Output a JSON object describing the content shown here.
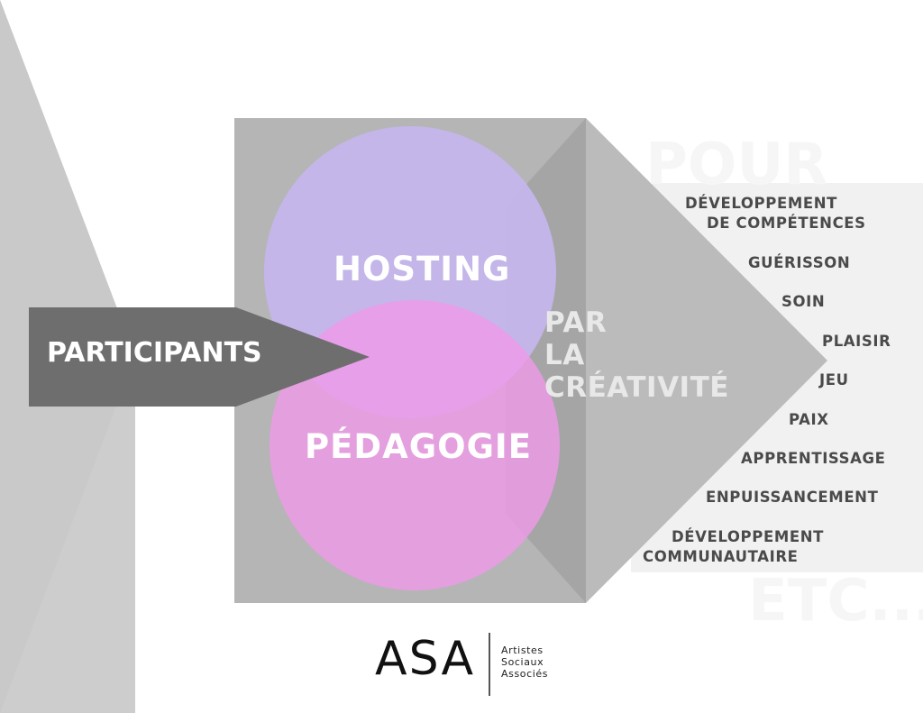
{
  "diagram": {
    "participants_label": "PARTICIPANTS",
    "circles": {
      "hosting_label": "HOSTING",
      "pedagogie_label": "PÉDAGOGIE"
    },
    "method": {
      "line1": "PAR",
      "line2": "LA",
      "line3": "CRÉATIVITÉ"
    },
    "pour_label": "POUR",
    "outcomes": [
      "DÉVELOPPEMENT",
      "DE COMPÉTENCES",
      "GUÉRISSON",
      "SOIN",
      "PLAISIR",
      "JEU",
      "PAIX",
      "APPRENTISSAGE",
      "ENPUISSANCEMENT",
      "DÉVELOPPEMENT",
      "COMMUNAUTAIRE"
    ],
    "etc_label": "ETC..."
  },
  "logo": {
    "name": "ASA",
    "line1": "Artistes",
    "line2": "Sociaux",
    "line3": "Associés"
  },
  "colors": {
    "chevron_gray": "#c9c9c9",
    "box_gray": "#b5b5b5",
    "arrow_dark": "#6e6e6e",
    "hosting_circle": "#c6b6ee",
    "pedagogie_circle": "#ee9ae8",
    "outcomes_panel": "#f1f1f1"
  }
}
